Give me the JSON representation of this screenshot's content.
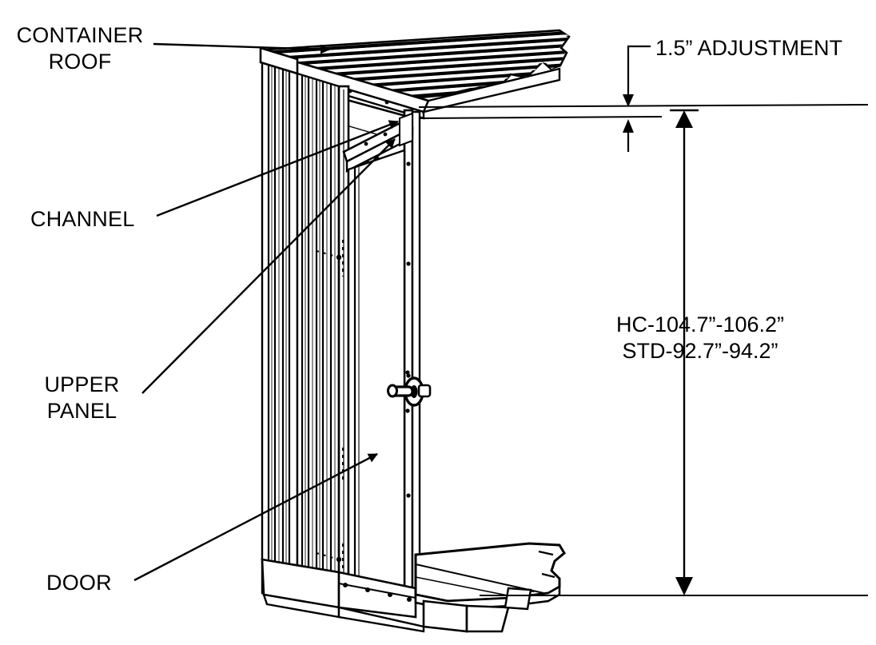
{
  "drawing": {
    "title": "Container door and roof assembly elevation",
    "background_color": "#ffffff",
    "line_color": "#000000",
    "subject": "shipping container door frame with corrugated container roof, channel header, upper panel and door"
  },
  "callouts": {
    "container_roof": {
      "label": "CONTAINER\nROOF",
      "points_to": "corrugated container roof panel"
    },
    "channel": {
      "label": "CHANNEL",
      "points_to": "horizontal channel header above door"
    },
    "upper_panel": {
      "label": "UPPER\nPANEL",
      "points_to": "upper panel below roof line"
    },
    "door": {
      "label": "DOOR",
      "points_to": "door leaf"
    }
  },
  "dimensions": {
    "adjustment": {
      "label": "1.5” ADJUSTMENT",
      "value": "1.5”",
      "description": "vertical adjustment gap between roof underside and channel"
    },
    "overall_height": {
      "line1": "HC-104.7”-106.2”",
      "line2": "STD-92.7”-94.2”",
      "hc_min": "104.7”",
      "hc_max": "106.2”",
      "std_min": "92.7”",
      "std_max": "94.2”",
      "description": "overall door opening height range for high cube and standard containers"
    }
  },
  "icons": {
    "leader_arrow": "arrow-head",
    "dimension_arrow_up": "arrow-up",
    "dimension_arrow_down": "arrow-down"
  }
}
